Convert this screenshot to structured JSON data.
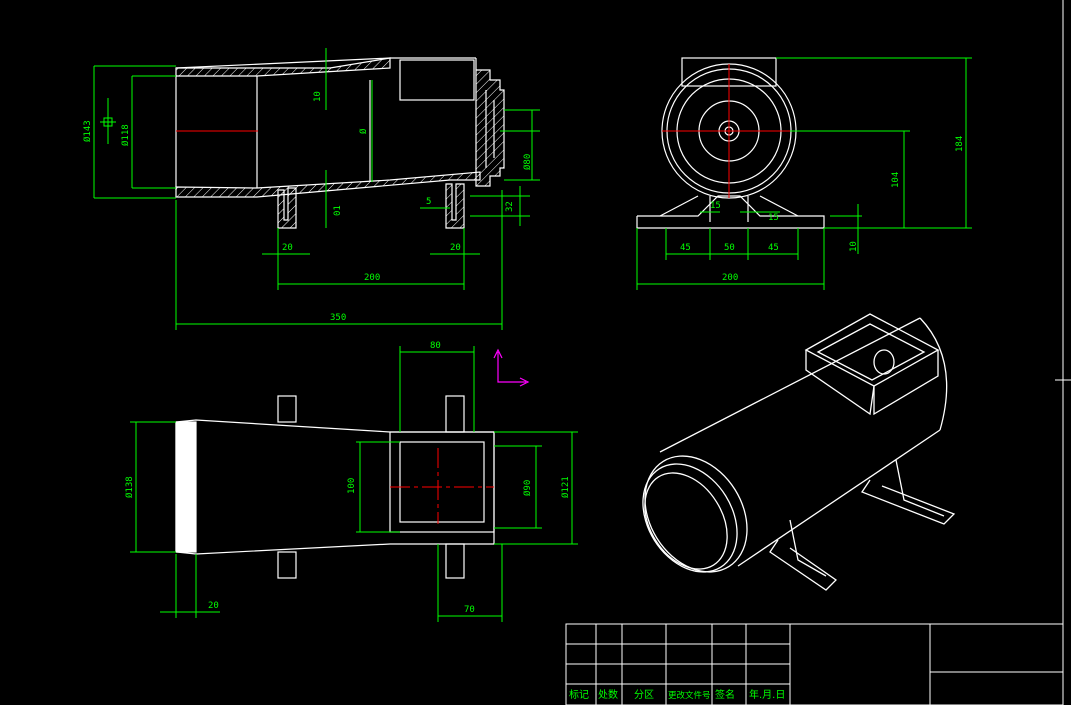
{
  "colors": {
    "background": "#000000",
    "geometry": "#ffffff",
    "dimension": "#00ff00",
    "centerline": "#ff0000",
    "ucs": "#ff00ff"
  },
  "front_view": {
    "dim_phi143": "Ø143",
    "dim_phi118": "Ø118",
    "dim_10_top": "10",
    "dim_phi_inner": "Ø",
    "dim_phi80": "Ø80",
    "dim_01": "01",
    "dim_5": "5",
    "dim_32": "32",
    "dim_20_left": "20",
    "dim_20_right": "20",
    "dim_200": "200",
    "dim_350": "350"
  },
  "side_view": {
    "dim_15a": "15",
    "dim_15b": "15",
    "dim_45a": "45",
    "dim_50": "50",
    "dim_45b": "45",
    "dim_200": "200",
    "dim_184": "184",
    "dim_104": "104",
    "dim_10": "10"
  },
  "top_view": {
    "dim_80": "80",
    "dim_138": "Ø138",
    "dim_100": "100",
    "dim_90": "Ø90",
    "dim_121": "Ø121",
    "dim_20": "20",
    "dim_70": "70"
  },
  "title_block": {
    "c1": "标记",
    "c2": "处数",
    "c3": "分区",
    "c4": "更改文件号",
    "c5": "签名",
    "c6": "年.月.日"
  }
}
